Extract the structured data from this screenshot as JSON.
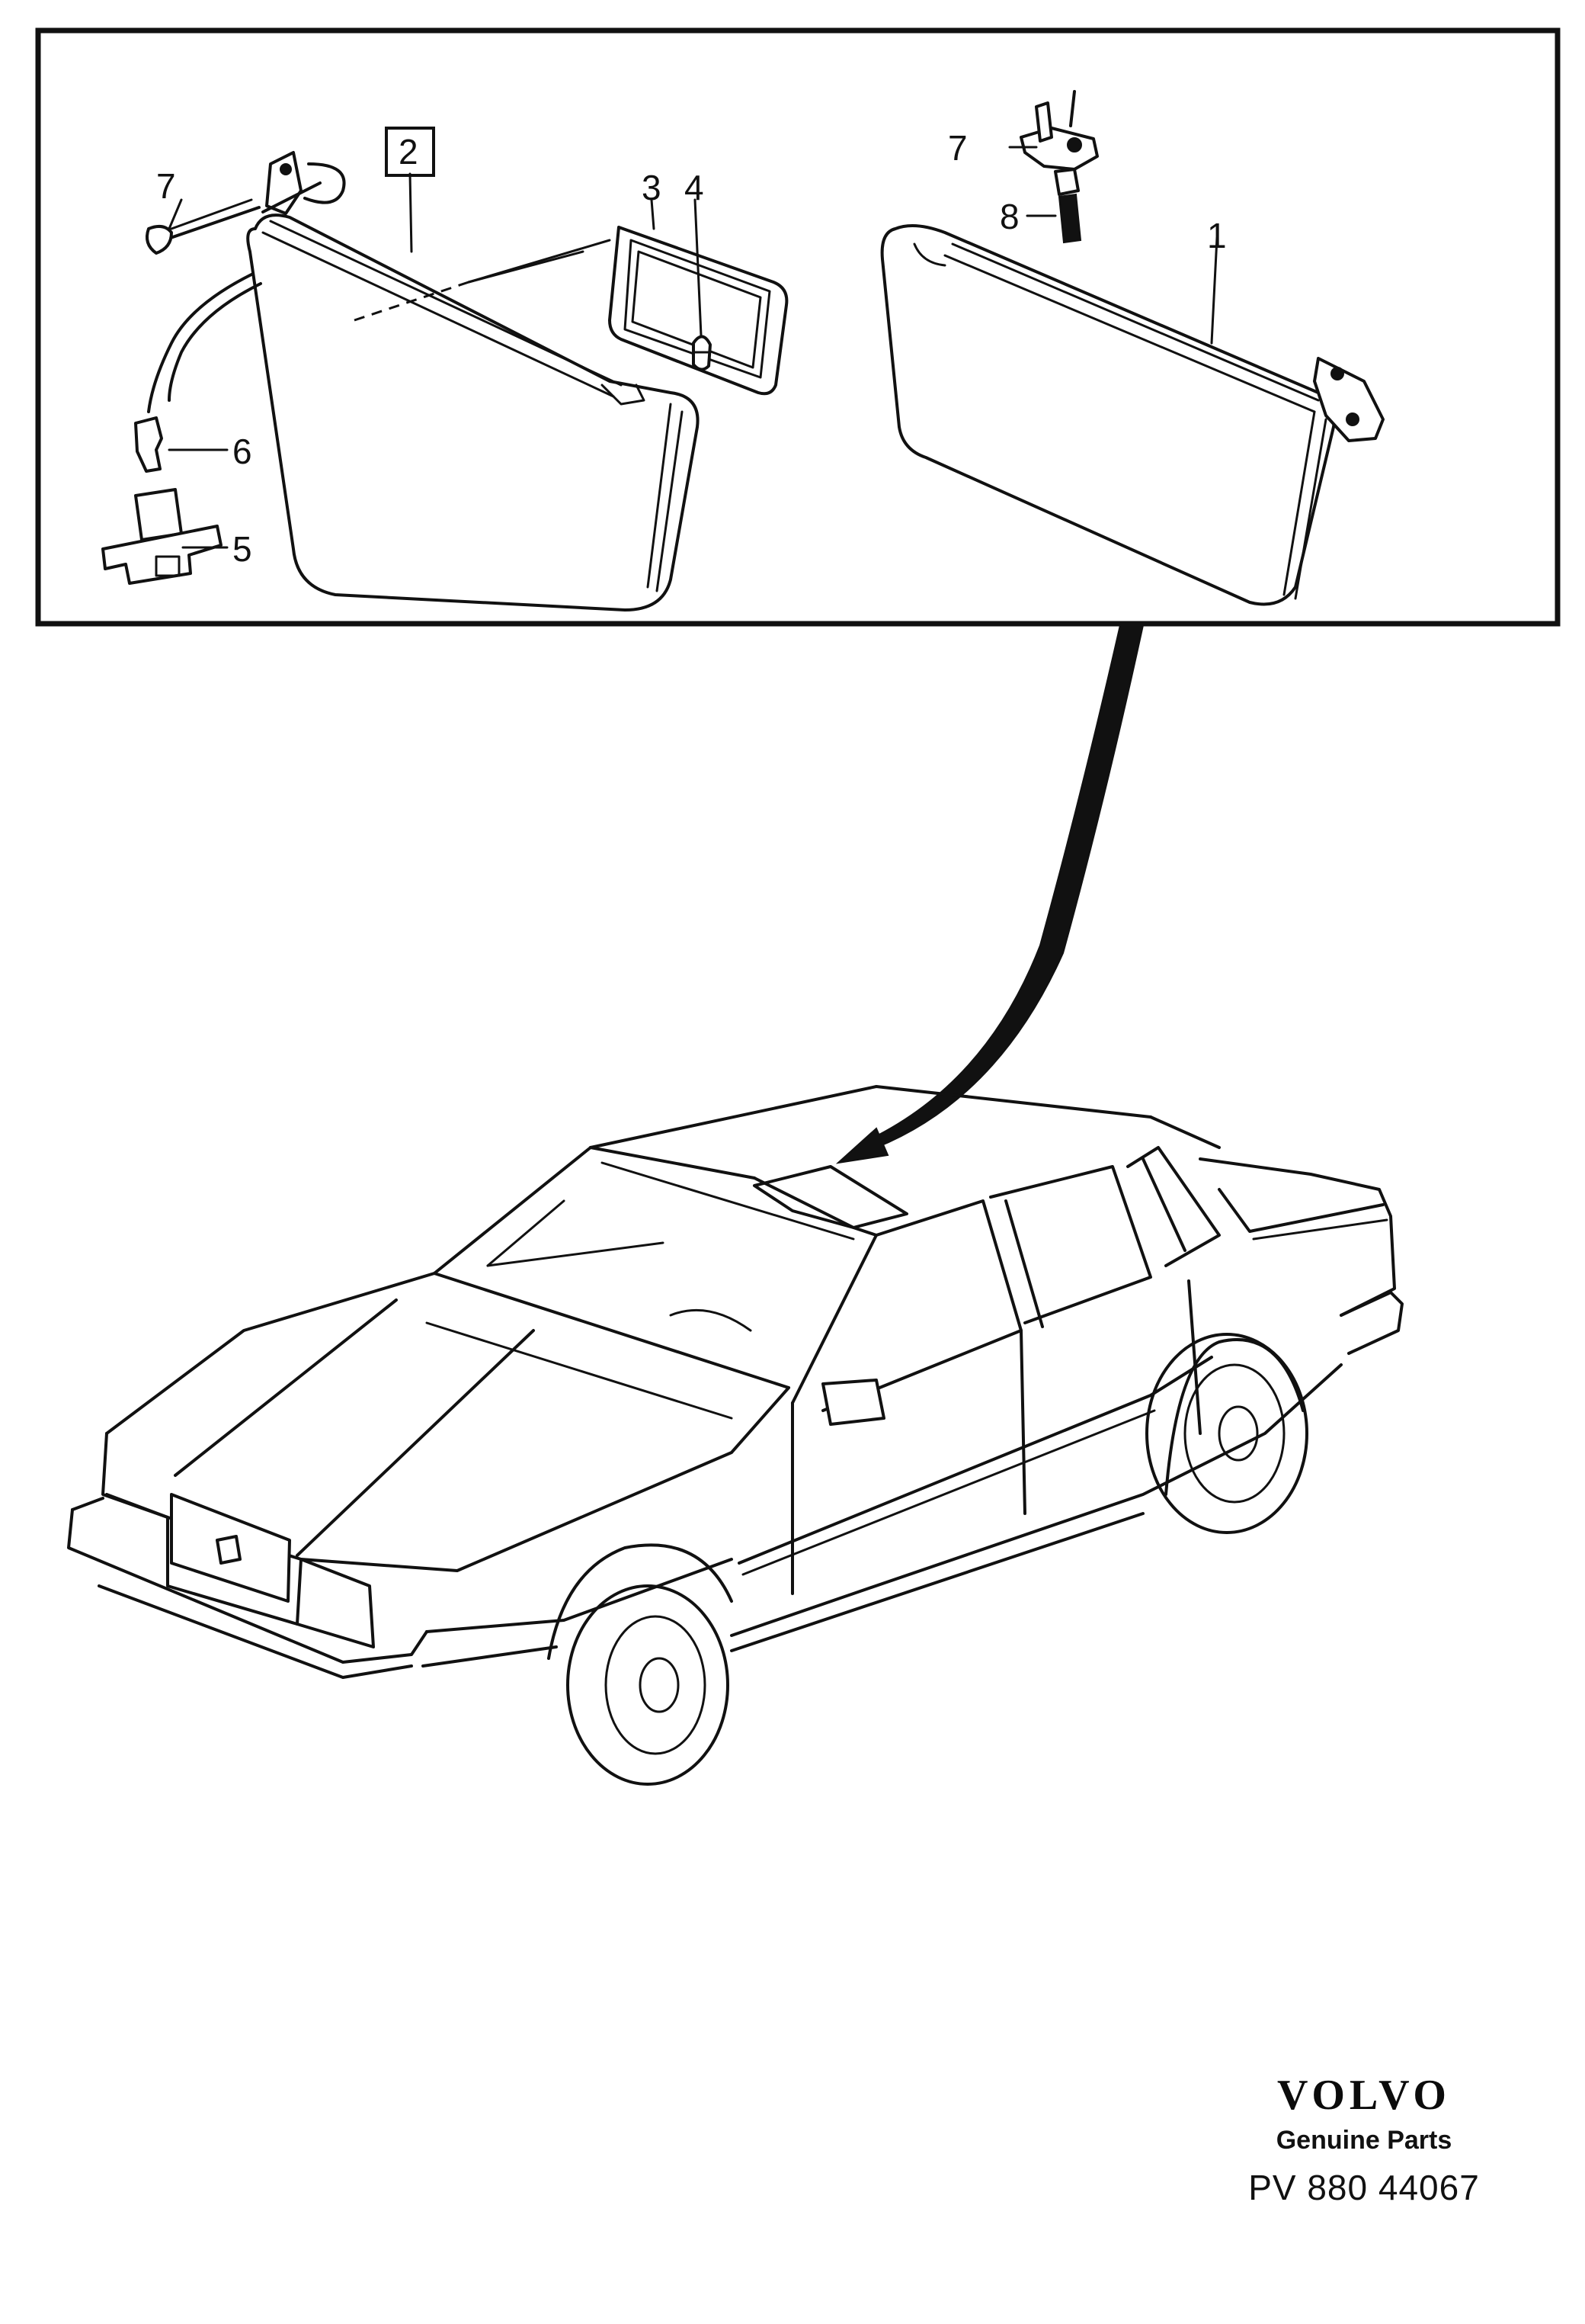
{
  "callouts": {
    "c1": "1",
    "c2": "2",
    "c3": "3",
    "c4": "4",
    "c5": "5",
    "c6": "6",
    "c7_left": "7",
    "c7_right": "7",
    "c8": "8"
  },
  "brand": {
    "logo": "VOLVO",
    "subtitle": "Genuine Parts"
  },
  "reference": "PV 880 44067"
}
